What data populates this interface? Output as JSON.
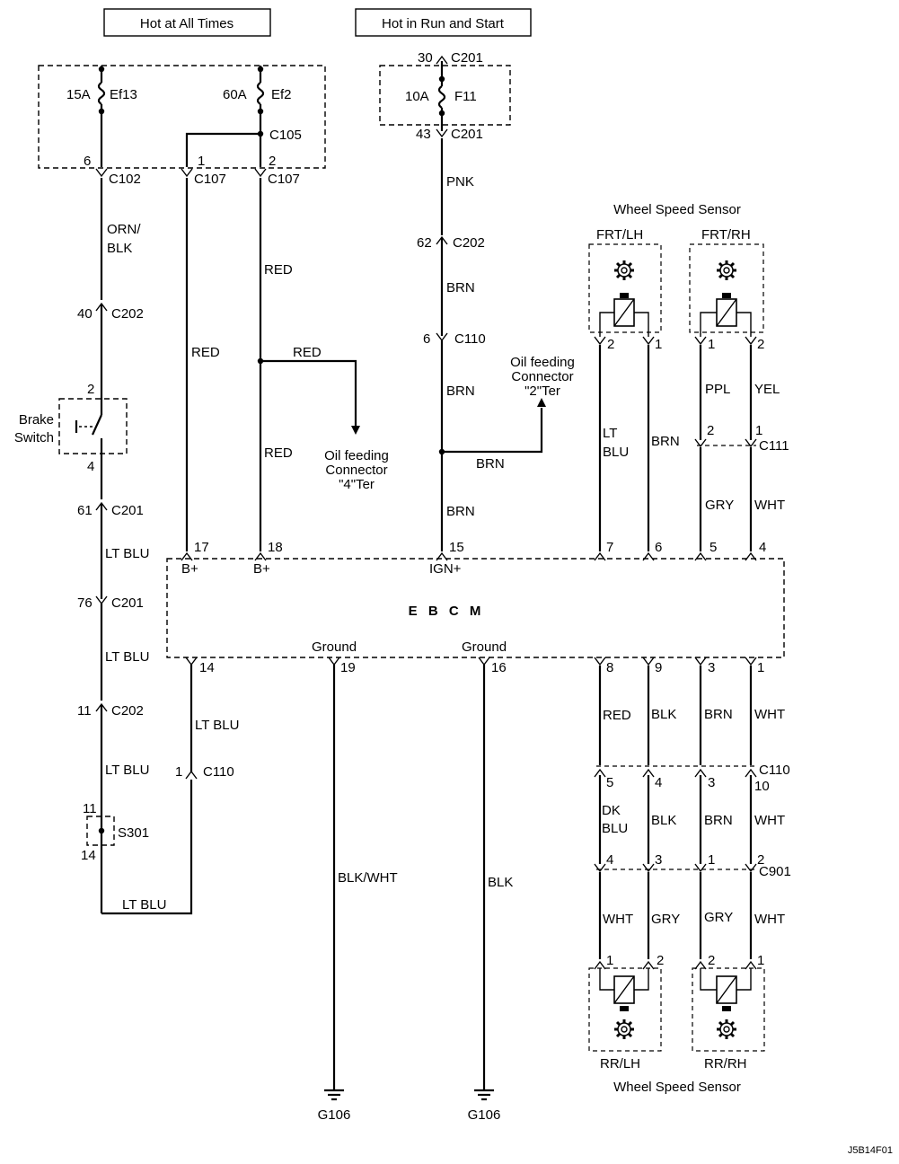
{
  "headers": {
    "hot_all_times": "Hot at All Times",
    "hot_run_start": "Hot in Run and Start"
  },
  "fuses": {
    "ef13_amp": "15A",
    "ef13_name": "Ef13",
    "ef2_amp": "60A",
    "ef2_name": "Ef2",
    "f11_amp": "10A",
    "f11_name": "F11"
  },
  "connectors": {
    "c105": "C105",
    "c102": "C102",
    "c107": "C107",
    "c201": "C201",
    "c202": "C202",
    "c110": "C110",
    "c111": "C111",
    "c901": "C901",
    "s301": "S301"
  },
  "pins": {
    "p6": "6",
    "p1": "1",
    "p2": "2",
    "p30": "30",
    "p43": "43",
    "p62": "62",
    "p40": "40",
    "p61": "61",
    "p76": "76",
    "p11": "11",
    "p14": "14",
    "p17": "17",
    "p18": "18",
    "p15": "15",
    "p7": "7",
    "p4": "4",
    "p5": "5",
    "p19": "19",
    "p16": "16",
    "p8": "8",
    "p9": "9",
    "p3": "3",
    "p10": "10"
  },
  "wires": {
    "orn_blk_1": "ORN/",
    "orn_blk_2": "BLK",
    "red": "RED",
    "pnk": "PNK",
    "brn": "BRN",
    "lt": "LT",
    "blu": "BLU",
    "lt_blu": "LT BLU",
    "ppl": "PPL",
    "yel": "YEL",
    "gry": "GRY",
    "wht": "WHT",
    "blk": "BLK",
    "blk_wht": "BLK/WHT",
    "dk": "DK"
  },
  "components": {
    "brake_switch_1": "Brake",
    "brake_switch_2": "Switch",
    "oil4_1": "Oil feeding",
    "oil4_2": "Connector",
    "oil4_3": "\"4\"Ter",
    "oil2_1": "Oil feeding",
    "oil2_2": "Connector",
    "oil2_3": "\"2\"Ter",
    "wss_top": "Wheel Speed Sensor",
    "wss_bottom": "Wheel Speed Sensor",
    "frt_lh": "FRT/LH",
    "frt_rh": "FRT/RH",
    "rr_lh": "RR/LH",
    "rr_rh": "RR/RH"
  },
  "ebcm": {
    "title": "E B C M",
    "b_plus": "B+",
    "ign_plus": "IGN+",
    "ground": "Ground"
  },
  "grounds": {
    "g106": "G106"
  },
  "figure_code": "J5B14F01"
}
